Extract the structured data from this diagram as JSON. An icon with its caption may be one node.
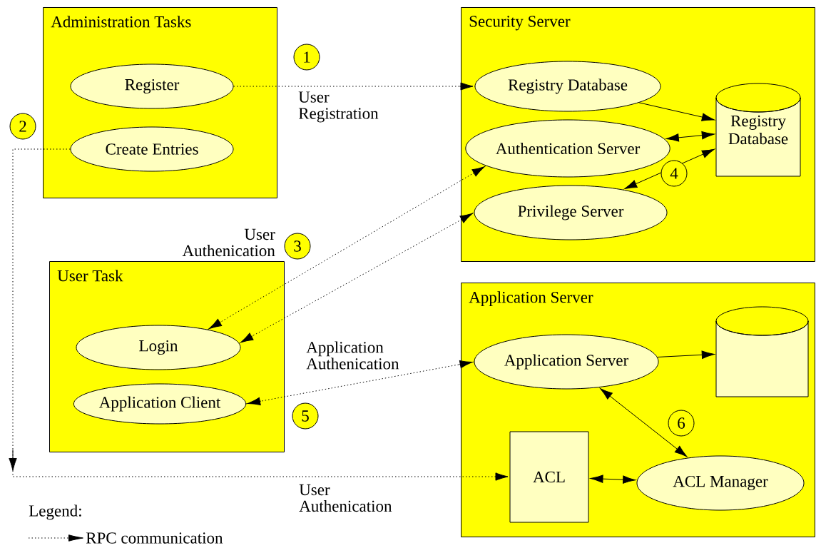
{
  "diagram": {
    "nodes": [
      {
        "text": [
          "Administration Tasks"
        ]
      },
      {
        "text": [
          "Register"
        ],
        "in": 0
      },
      {
        "text": [
          "Create Entries"
        ],
        "in": 0
      },
      {
        "text": [
          "Security Server"
        ]
      },
      {
        "text": [
          "Registry Database"
        ],
        "in": 3
      },
      {
        "text": [
          "Authentication Server"
        ],
        "in": 3
      },
      {
        "text": [
          "Privilege Server"
        ],
        "in": 3
      },
      {
        "text": [
          "Registry Database"
        ],
        "in": 3
      },
      {
        "text": [
          "User Task"
        ]
      },
      {
        "text": [
          "Login"
        ],
        "in": 8
      },
      {
        "text": [
          "Application Client"
        ],
        "in": 8
      },
      {
        "text": [
          "Application Server"
        ]
      },
      {
        "text": [
          "Application Server"
        ],
        "in": 11
      },
      {
        "text": [],
        "shape": "cylinder",
        "in": 11
      },
      {
        "text": [
          "ACL"
        ],
        "in": 11
      },
      {
        "text": [
          "ACL Manager"
        ],
        "in": 11
      }
    ],
    "edges": [
      {
        "from": 1,
        "to": 4,
        "arrow": "to",
        "style": "dashed",
        "label": "User Registration"
      },
      {
        "from": 2,
        "to": 14,
        "arrow": "to",
        "style": "dashed",
        "label": "User Authenication"
      },
      {
        "from": 9,
        "to": 5,
        "arrow": "both",
        "style": "dashed",
        "label": "User Authenication"
      },
      {
        "from": 9,
        "to": 6,
        "arrow": "both",
        "style": "dashed"
      },
      {
        "from": 10,
        "to": 12,
        "arrow": "both",
        "style": "dashed",
        "label": "Application Authenication"
      },
      {
        "from": 4,
        "to": 7,
        "arrow": "to"
      },
      {
        "from": 5,
        "to": 7,
        "arrow": "both"
      },
      {
        "from": 6,
        "to": 7,
        "arrow": "both"
      },
      {
        "from": 12,
        "to": 13,
        "arrow": "to"
      },
      {
        "from": 12,
        "to": 15,
        "arrow": "both"
      },
      {
        "from": 14,
        "to": 15,
        "arrow": "both"
      }
    ],
    "labels": [
      "1",
      "2",
      "3",
      "4",
      "5",
      "6",
      "Legend:"
    ],
    "legend": [
      {
        "text": "RPC communication"
      }
    ]
  }
}
